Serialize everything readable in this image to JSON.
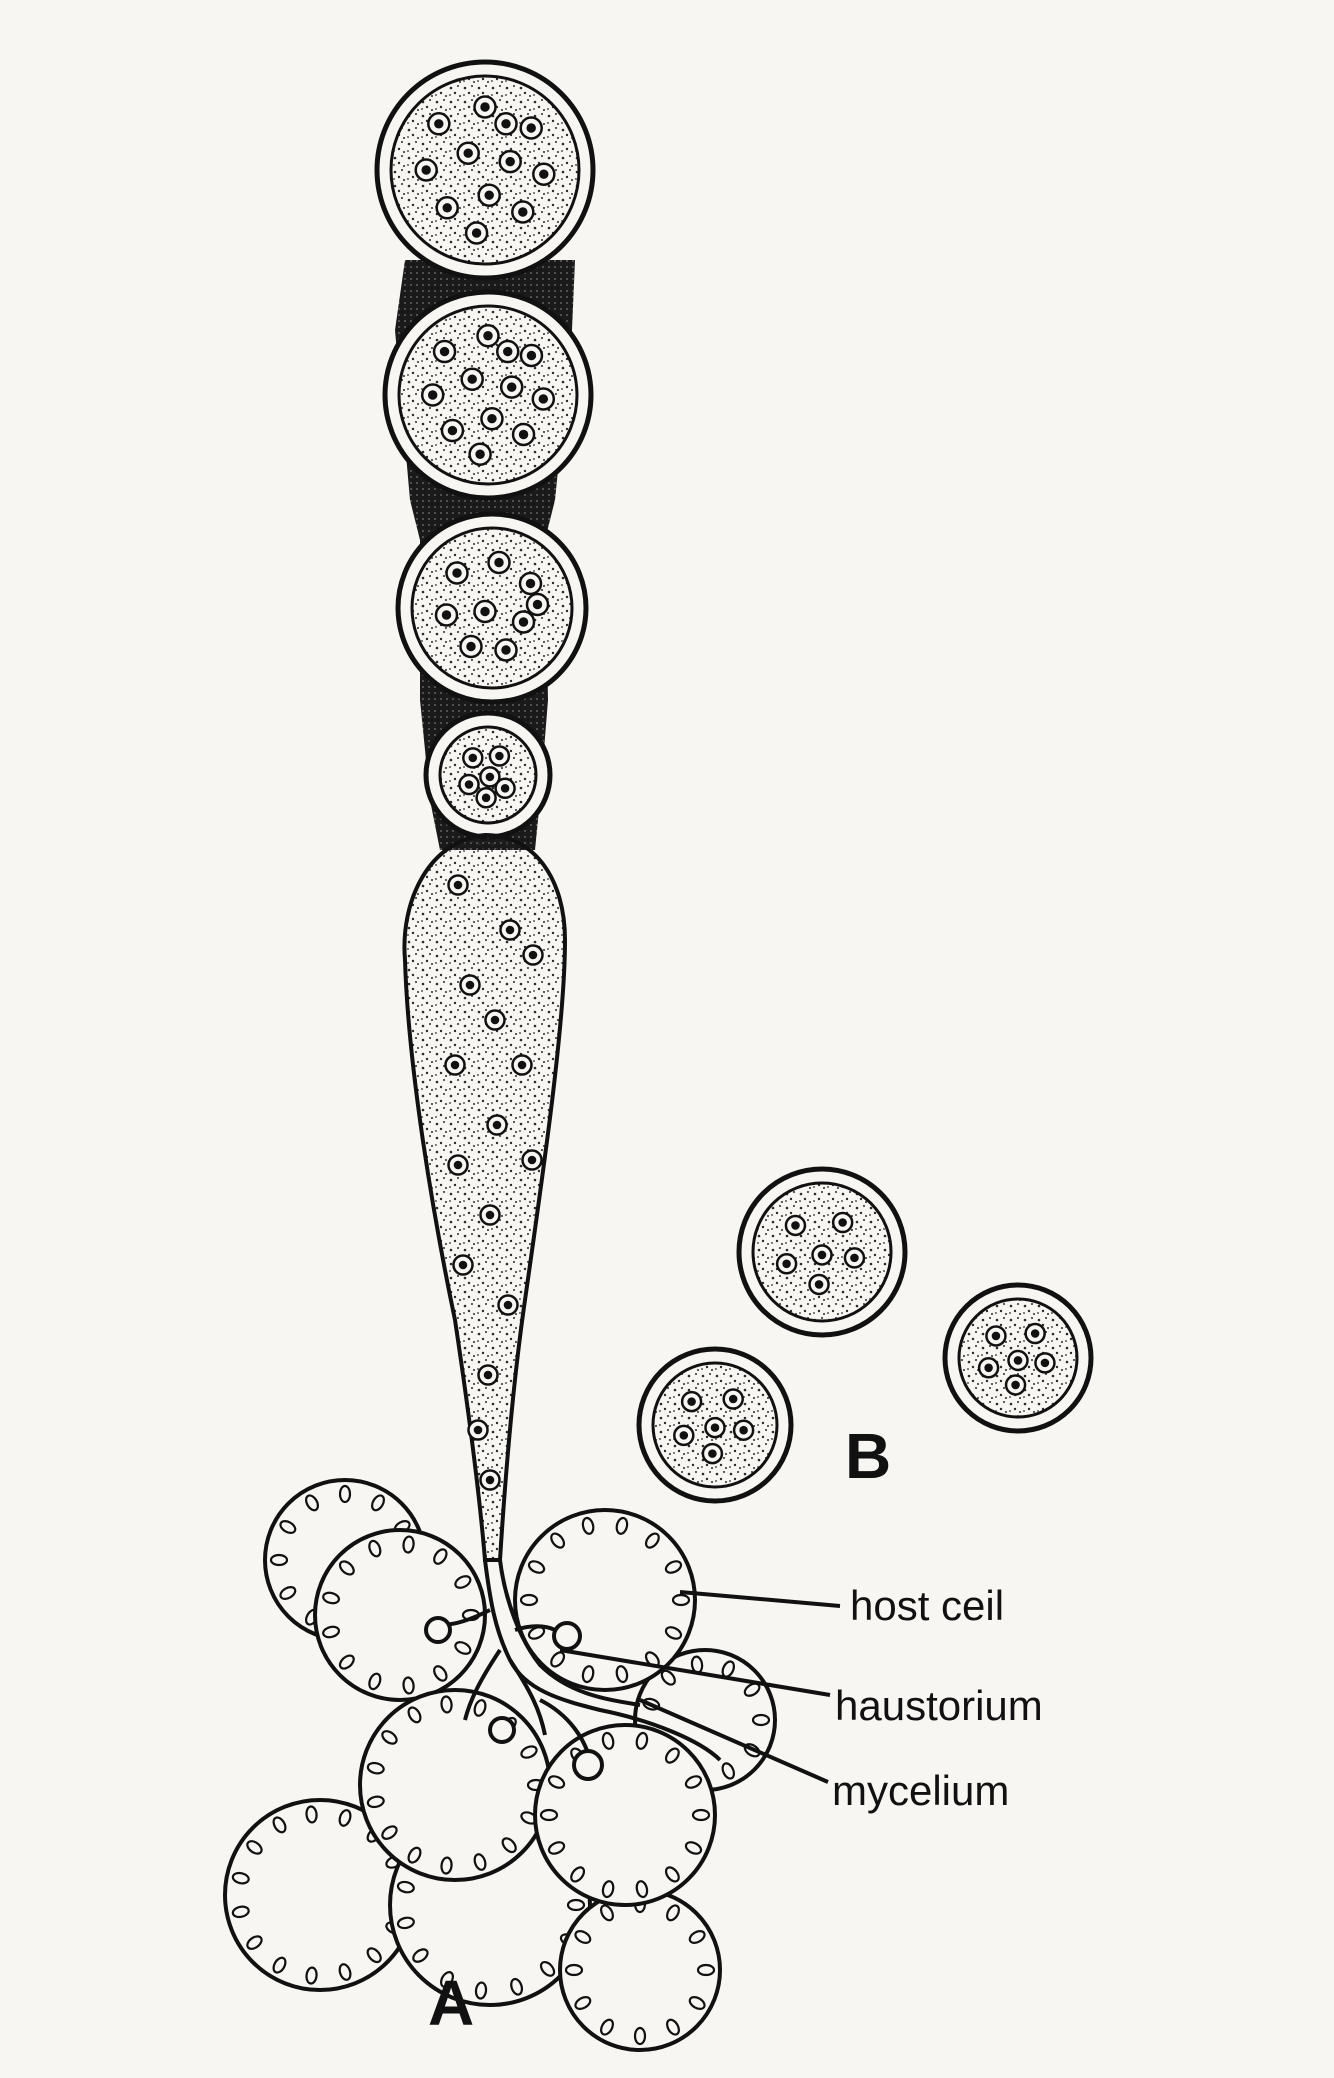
{
  "figure": {
    "panels": [
      {
        "id": "A",
        "label": "A"
      },
      {
        "id": "B",
        "label": "B"
      }
    ],
    "callouts": [
      {
        "id": "host-cell",
        "text": "host ceil"
      },
      {
        "id": "haustorium",
        "text": "haustorium"
      },
      {
        "id": "mycelium",
        "text": "mycelium"
      }
    ],
    "colors": {
      "ink": "#111111",
      "paper": "#f7f6f2",
      "stipple": "#2a2a2a"
    }
  }
}
